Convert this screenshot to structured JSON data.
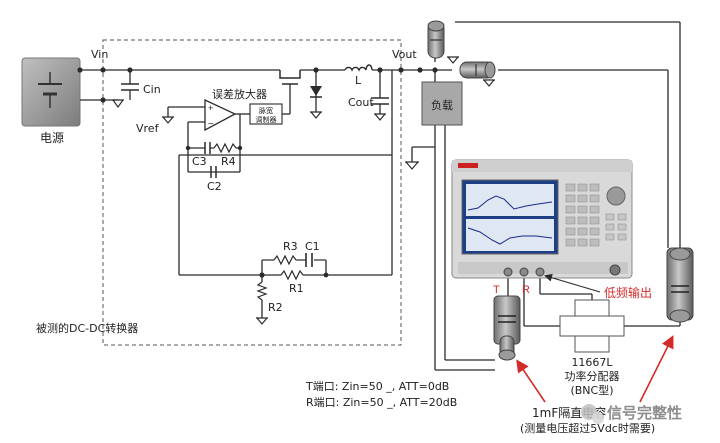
{
  "labels": {
    "vin": "Vin",
    "vout": "Vout",
    "cin": "Cin",
    "cout": "Cout",
    "inductor": "L",
    "error_amp": "误差放大器",
    "pwm_line1": "脉宽",
    "pwm_line2": "调制器",
    "vref": "Vref",
    "c3": "C3",
    "r4": "R4",
    "c2": "C2",
    "r3": "R3",
    "c1": "C1",
    "r1": "R1",
    "r2": "R2",
    "power_source": "电源",
    "load": "负载",
    "dut": "被测的DC-DC转换器",
    "t_port": "T",
    "r_port": "R",
    "low_freq_output": "低频输出",
    "splitter_line1": "11667L",
    "splitter_line2": "功率分配器",
    "splitter_line3": "(BNC型)",
    "t_port_setting": "T端口: Zin=50 _, ATT=0dB",
    "r_port_setting": "R端口: Zin=50 _, ATT=20dB",
    "blocking_cap_line1": "1mF隔直电容",
    "blocking_cap_line2": "(测量电压超过5Vdc时需要)",
    "watermark": "信号完整性"
  },
  "colors": {
    "wire": "#2b2b2b",
    "dut_border": "#555555",
    "load_fill": "#a8a8a8",
    "instrument_body": "#d9d9d9",
    "screen": "#1c3f86",
    "red_annotation": "#d32a2a",
    "connector_gray": "#8a8a8a"
  },
  "icons": [
    "ground-icon",
    "battery-icon",
    "wechat-logo-icon"
  ]
}
